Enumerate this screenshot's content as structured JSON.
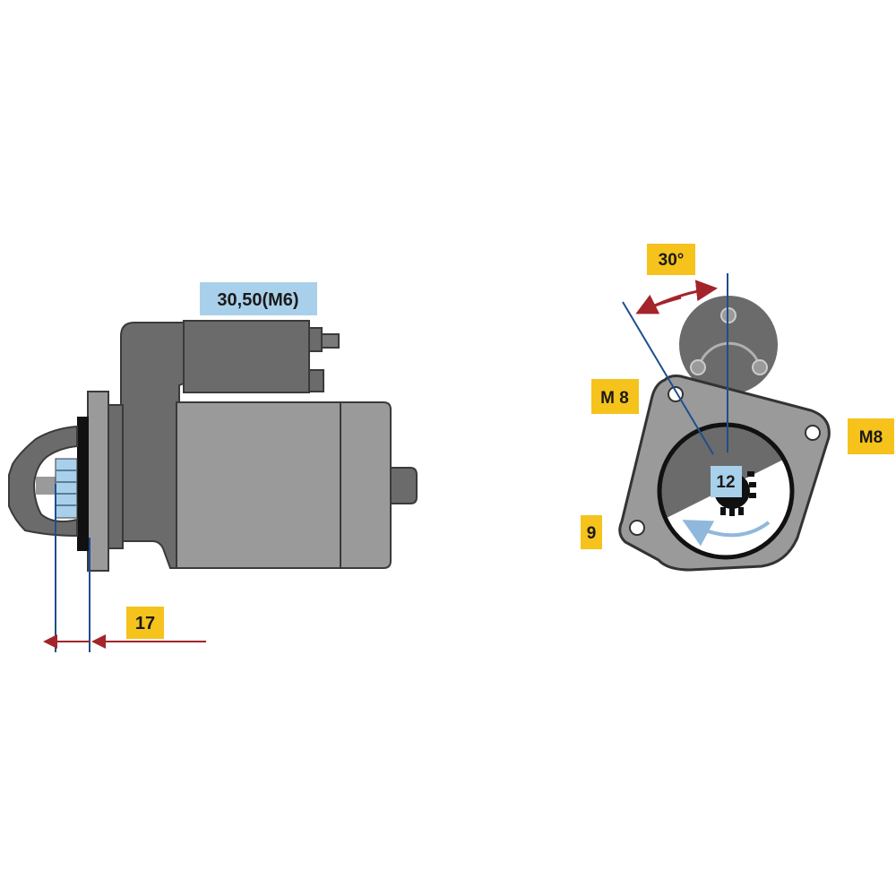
{
  "colors": {
    "label_yellow": "#f6c21c",
    "label_blue": "#a9d0ea",
    "dimension_red": "#a3242b",
    "axis_blue": "#1f4e8c",
    "body_gray": "#9a9a9a",
    "dark_gray": "#6b6b6b"
  },
  "side_view": {
    "terminal_label": "30,50(M6)",
    "flange_offset_label": "17"
  },
  "front_view": {
    "angle_label": "30°",
    "bolt_label_left": "M 8",
    "bolt_label_right": "M8",
    "bolt_label_bottom": "9",
    "pinion_teeth_label": "12"
  }
}
